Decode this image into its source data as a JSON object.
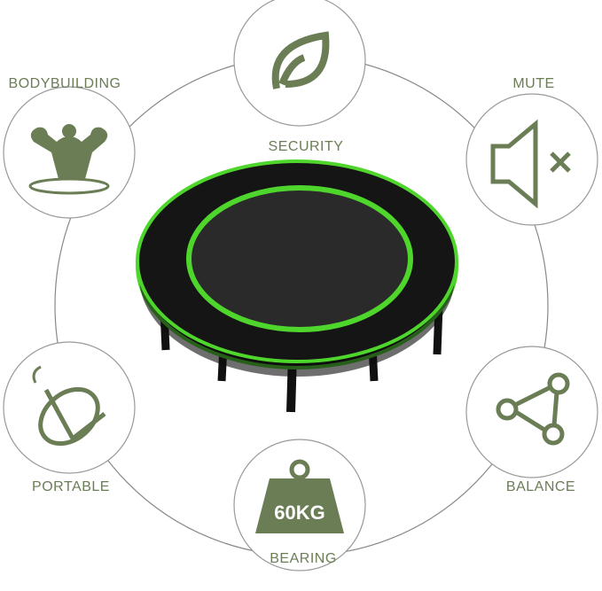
{
  "features": [
    {
      "label": "BODYBUILDING",
      "icon": "bodybuilder-icon"
    },
    {
      "label": "SECURITY",
      "icon": "leaf-icon"
    },
    {
      "label": "MUTE",
      "icon": "mute-speaker-icon"
    },
    {
      "label": "PORTABLE",
      "icon": "fold-icon"
    },
    {
      "label": "BEARING",
      "icon": "weight-icon",
      "badge": "60KG"
    },
    {
      "label": "BALANCE",
      "icon": "share-nodes-icon"
    }
  ],
  "colors": {
    "accent": "#6b7d55",
    "trampoline_edge": "#4fd62c",
    "mat": "#1a1a1a"
  }
}
